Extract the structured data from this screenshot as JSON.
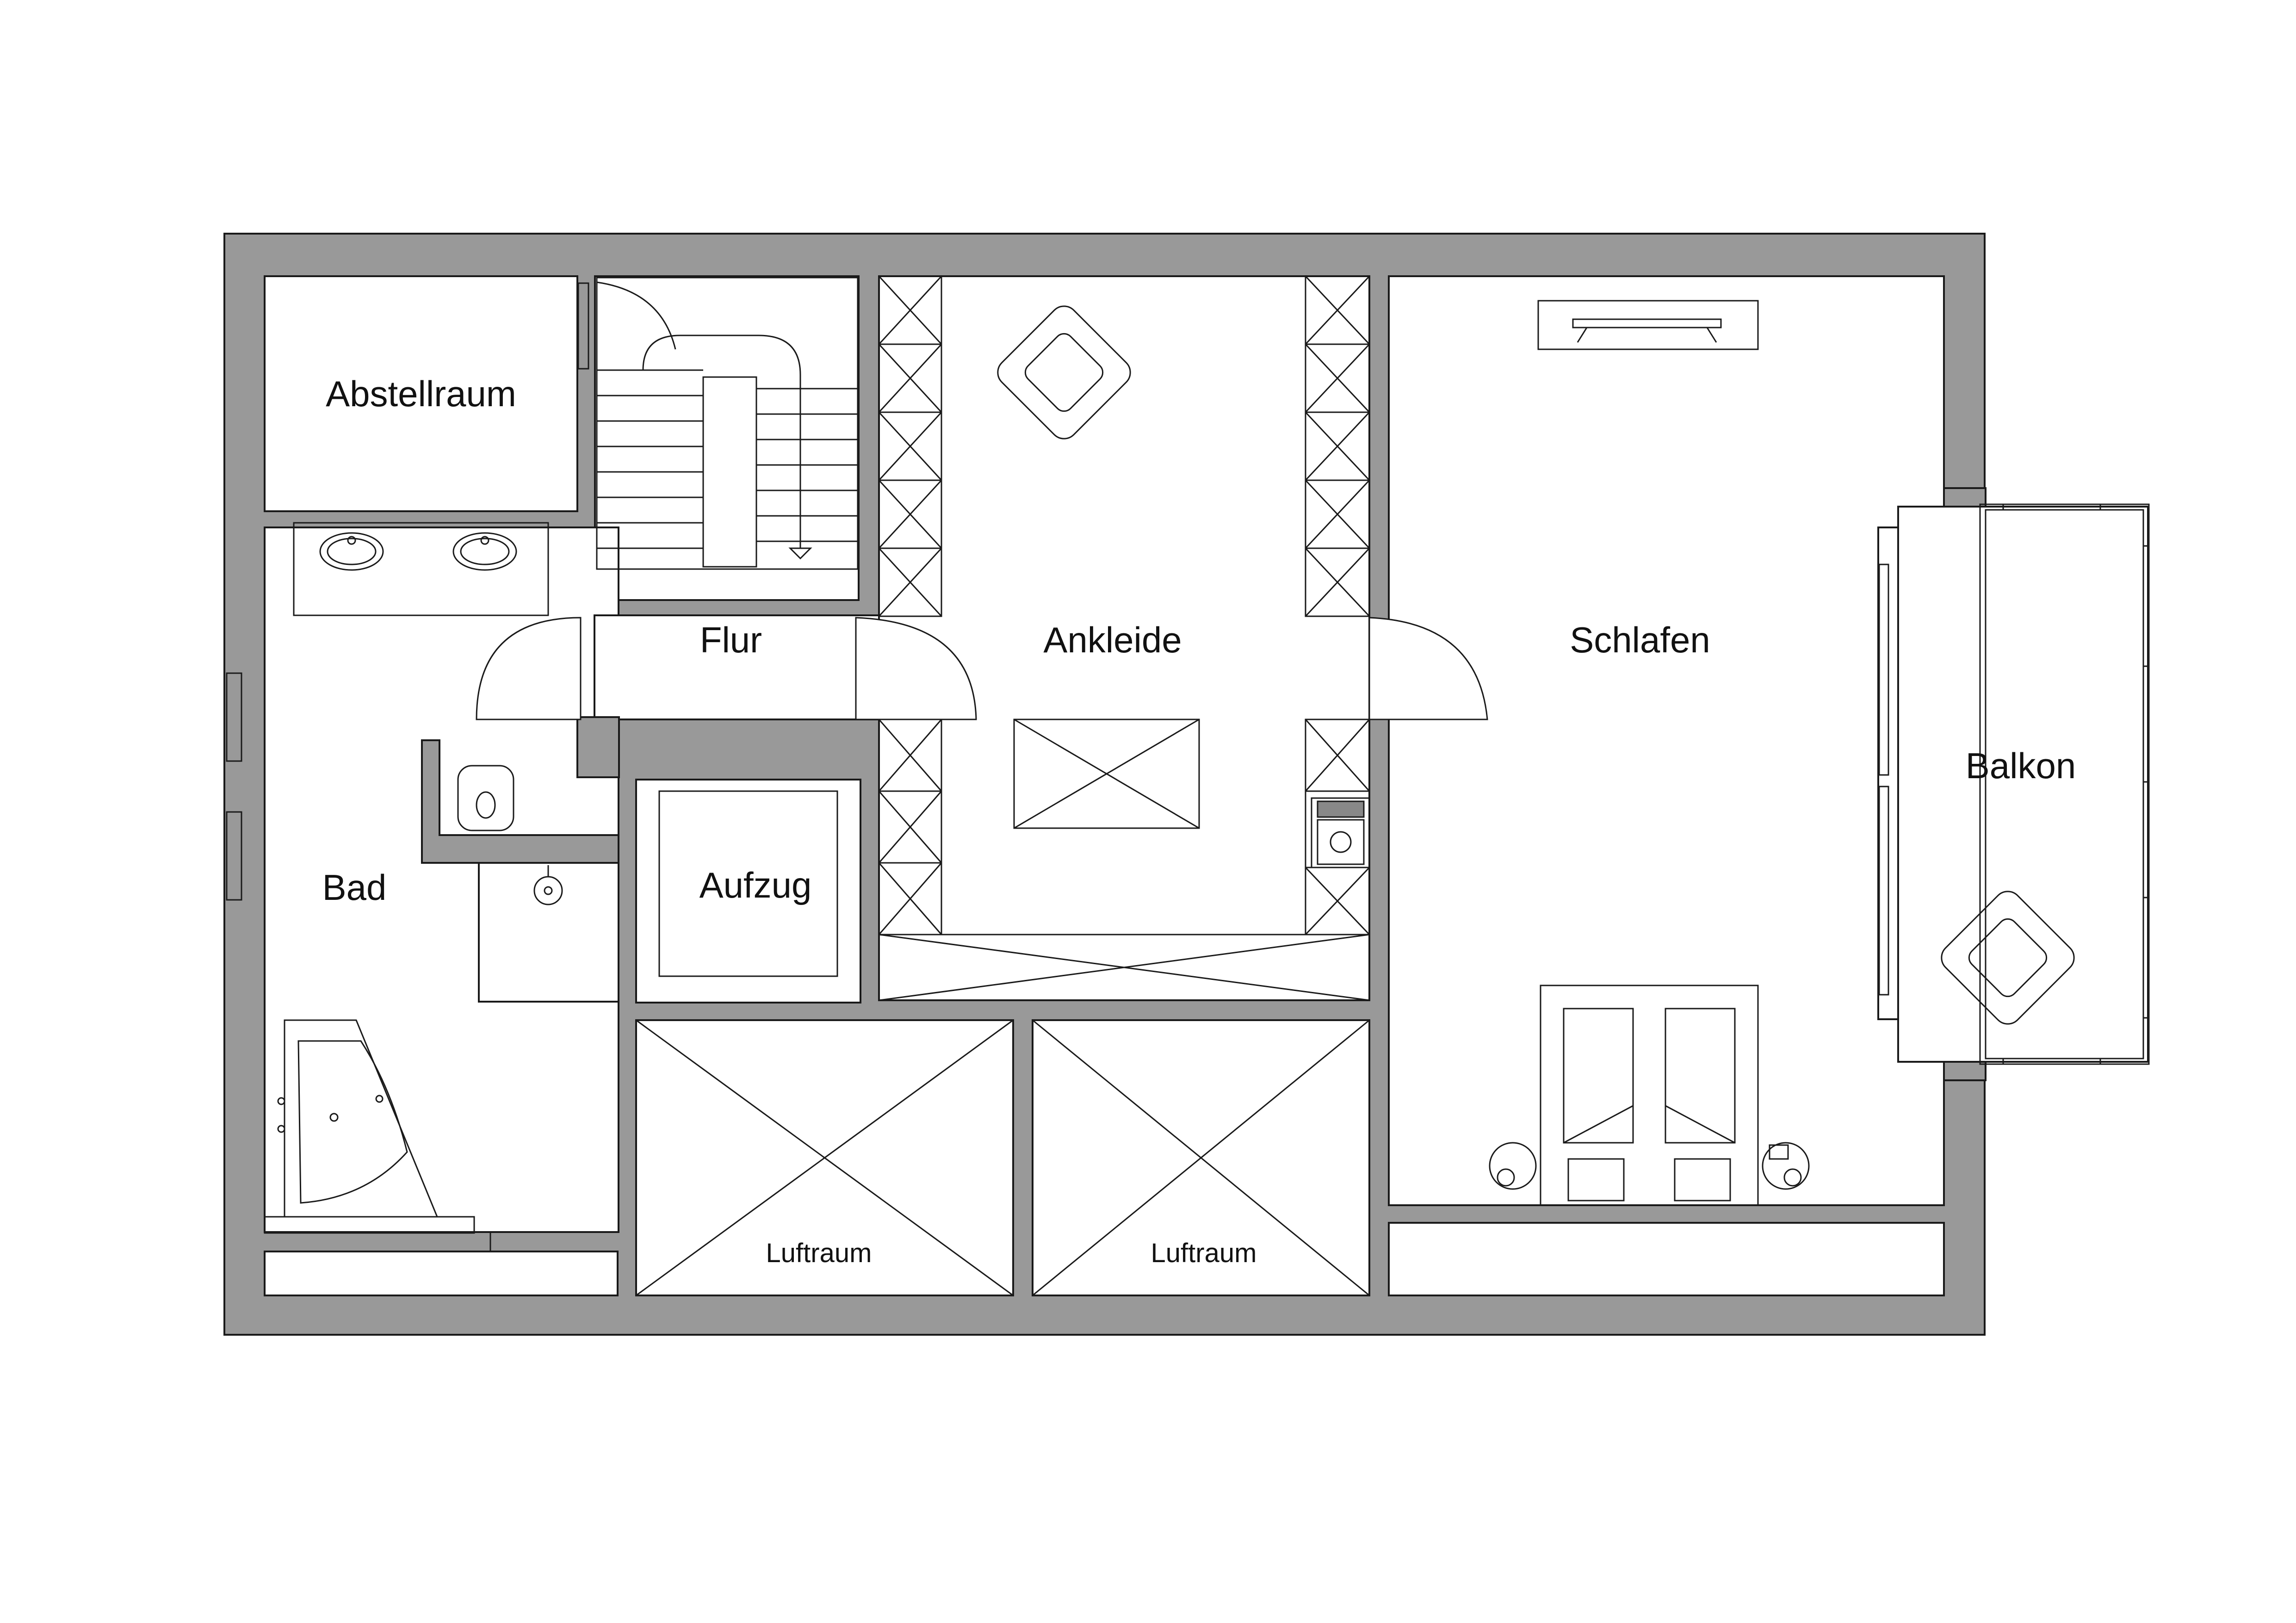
{
  "rooms": {
    "abstellraum": "Abstellraum",
    "flur": "Flur",
    "ankleide": "Ankleide",
    "schlafen": "Schlafen",
    "balkon": "Balkon",
    "bad": "Bad",
    "aufzug": "Aufzug",
    "luftraum_1": "Luftraum",
    "luftraum_2": "Luftraum"
  },
  "colors": {
    "wall": "#999999",
    "line": "#1a1a1a",
    "background": "#ffffff"
  }
}
